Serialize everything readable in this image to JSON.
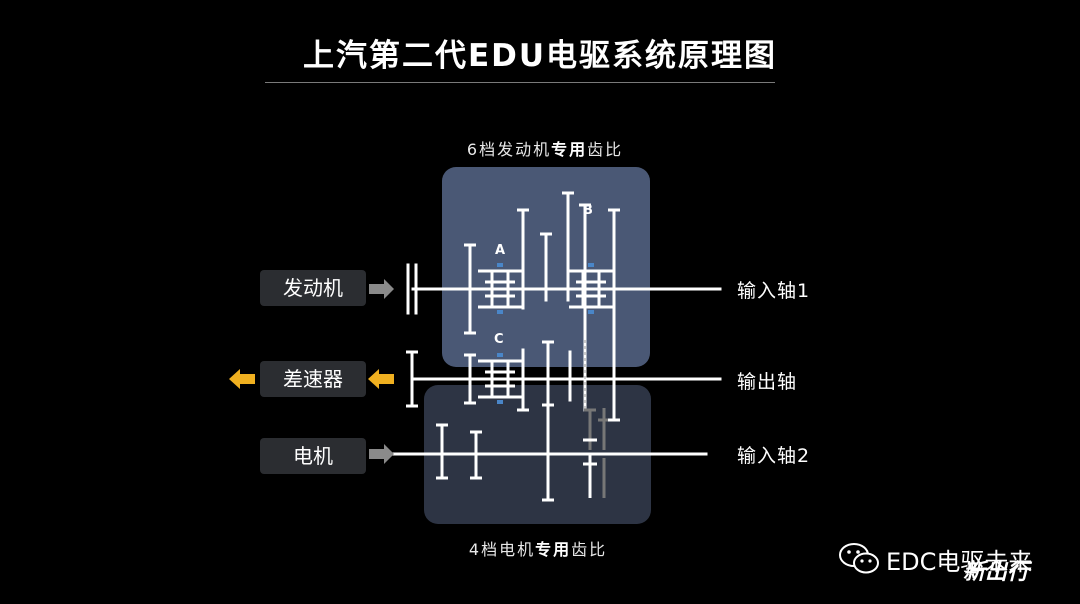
{
  "title": "上汽第二代EDU电驱系统原理图",
  "top_caption": {
    "prefix": "6档发动机",
    "emphasis": "专用",
    "suffix": "齿比"
  },
  "bottom_caption": {
    "prefix": "4档电机",
    "emphasis": "专用",
    "suffix": "齿比"
  },
  "sources": {
    "engine": "发动机",
    "differential": "差速器",
    "motor": "电机"
  },
  "shafts": {
    "input1": "输入轴1",
    "output": "输出轴",
    "input2": "输入轴2"
  },
  "gearsets": {
    "a": "A",
    "b": "B",
    "c": "C"
  },
  "watermark": {
    "account": "EDC电驱未来",
    "overlay": "新出行"
  },
  "colors": {
    "background": "#000000",
    "engine_zone": "#4a5875",
    "motor_zone": "#2d3444",
    "shaft": "#ffffff",
    "input_arrow": "#8a8a8a",
    "output_arrow": "#f0b020",
    "synchronizer_marker": "#4a86c8"
  },
  "icons": [
    "wechat-icon"
  ]
}
